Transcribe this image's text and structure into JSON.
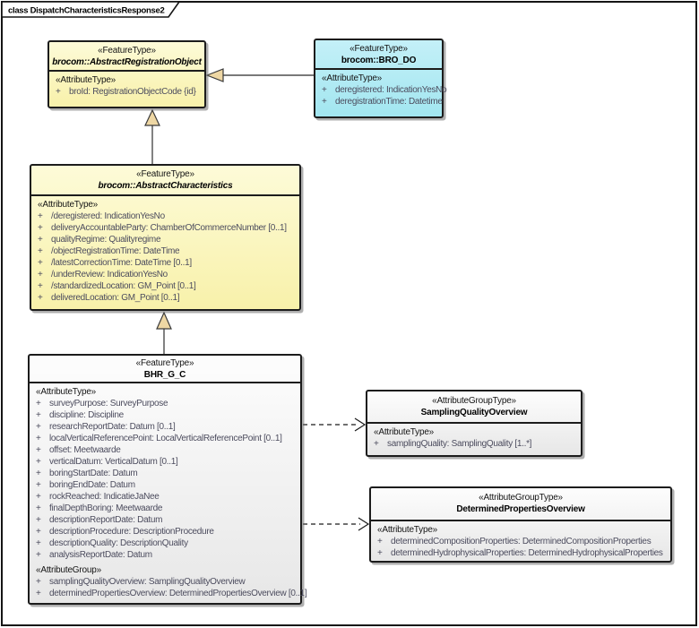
{
  "frame": {
    "label": "class DispatchCharacteristicsResponse2"
  },
  "palette": {
    "class_yellow": "#fbf6b4",
    "class_cyan": "#abe8f2",
    "class_gray": "#efefef",
    "triangle_fill": "#eed7a4",
    "connector_line": "#4d4d4d",
    "attr_text": "#4c4c5e",
    "border": "#1c1c1c"
  },
  "classes": {
    "aro": {
      "stereotype": "«FeatureType»",
      "name": "brocom::AbstractRegistrationObject",
      "attr_header": "«AttributeType»",
      "attrs": [
        {
          "vis": "+",
          "text": "broId: RegistrationObjectCode {id}"
        }
      ]
    },
    "bro": {
      "stereotype": "«FeatureType»",
      "name": "brocom::BRO_DO",
      "attr_header": "«AttributeType»",
      "attrs": [
        {
          "vis": "+",
          "text": "deregistered: IndicationYesNo"
        },
        {
          "vis": "+",
          "text": "deregistrationTime: Datetime"
        }
      ]
    },
    "ac": {
      "stereotype": "«FeatureType»",
      "name": "brocom::AbstractCharacteristics",
      "attr_header": "«AttributeType»",
      "attrs": [
        {
          "vis": "+",
          "text": "/deregistered: IndicationYesNo"
        },
        {
          "vis": "+",
          "text": "deliveryAccountableParty: ChamberOfCommerceNumber [0..1]"
        },
        {
          "vis": "+",
          "text": "qualityRegime: Qualityregime"
        },
        {
          "vis": "+",
          "text": "/objectRegistrationTime: DateTime"
        },
        {
          "vis": "+",
          "text": "/latestCorrectionTime: DateTime [0..1]"
        },
        {
          "vis": "+",
          "text": "/underReview: IndicationYesNo"
        },
        {
          "vis": "+",
          "text": "/standardizedLocation: GM_Point [0..1]"
        },
        {
          "vis": "+",
          "text": "deliveredLocation: GM_Point [0..1]"
        }
      ]
    },
    "bhr": {
      "stereotype": "«FeatureType»",
      "name": "BHR_G_C",
      "attr_header": "«AttributeType»",
      "attrs": [
        {
          "vis": "+",
          "text": "surveyPurpose: SurveyPurpose"
        },
        {
          "vis": "+",
          "text": "discipline: Discipline"
        },
        {
          "vis": "+",
          "text": "researchReportDate: Datum [0..1]"
        },
        {
          "vis": "+",
          "text": "localVerticalReferencePoint: LocalVerticalReferencePoint [0..1]"
        },
        {
          "vis": "+",
          "text": "offset: Meetwaarde"
        },
        {
          "vis": "+",
          "text": "verticalDatum: VerticalDatum [0..1]"
        },
        {
          "vis": "+",
          "text": "boringStartDate: Datum"
        },
        {
          "vis": "+",
          "text": "boringEndDate: Datum"
        },
        {
          "vis": "+",
          "text": "rockReached: IndicatieJaNee"
        },
        {
          "vis": "+",
          "text": "finalDepthBoring: Meetwaarde"
        },
        {
          "vis": "+",
          "text": "descriptionReportDate: Datum"
        },
        {
          "vis": "+",
          "text": "descriptionProcedure: DescriptionProcedure"
        },
        {
          "vis": "+",
          "text": "descriptionQuality: DescriptionQuality"
        },
        {
          "vis": "+",
          "text": "analysisReportDate: Datum"
        }
      ],
      "group_header": "«AttributeGroup»",
      "group_attrs": [
        {
          "vis": "+",
          "text": "samplingQualityOverview: SamplingQualityOverview"
        },
        {
          "vis": "+",
          "text": "determinedPropertiesOverview: DeterminedPropertiesOverview [0..1]"
        }
      ]
    },
    "sqo": {
      "stereotype": "«AttributeGroupType»",
      "name": "SamplingQualityOverview",
      "attr_header": "«AttributeType»",
      "attrs": [
        {
          "vis": "+",
          "text": "samplingQuality: SamplingQuality [1..*]"
        }
      ]
    },
    "dpo": {
      "stereotype": "«AttributeGroupType»",
      "name": "DeterminedPropertiesOverview",
      "attr_header": "«AttributeType»",
      "attrs": [
        {
          "vis": "+",
          "text": "determinedCompositionProperties: DeterminedCompositionProperties"
        },
        {
          "vis": "+",
          "text": "determinedHydrophysicalProperties: DeterminedHydrophysicalProperties"
        }
      ]
    }
  }
}
